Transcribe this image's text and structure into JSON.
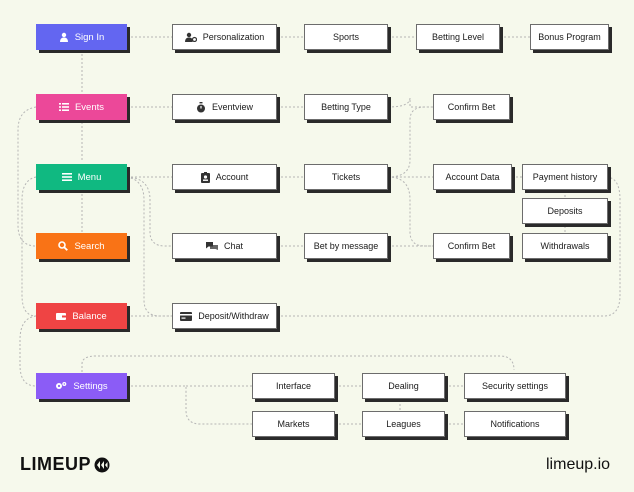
{
  "categories": {
    "sign_in": {
      "label": "Sign In",
      "color": "#6366f1"
    },
    "events": {
      "label": "Events",
      "color": "#ec4899"
    },
    "menu": {
      "label": "Menu",
      "color": "#10b981"
    },
    "search": {
      "label": "Search",
      "color": "#f97316"
    },
    "balance": {
      "label": "Balance",
      "color": "#ef4444"
    },
    "settings": {
      "label": "Settings",
      "color": "#8b5cf6"
    }
  },
  "nodes": {
    "personalization": "Personalization",
    "sports": "Sports",
    "betting_level": "Betting Level",
    "bonus_program": "Bonus Program",
    "eventview": "Eventview",
    "betting_type": "Betting Type",
    "confirm_bet_top": "Confirm Bet",
    "account": "Account",
    "tickets": "Tickets",
    "account_data": "Account Data",
    "payment_history": "Payment history",
    "deposits": "Deposits",
    "chat": "Chat",
    "bet_by_message": "Bet by message",
    "confirm_bet_bottom": "Confirm Bet",
    "withdrawals": "Withdrawals",
    "deposit_withdraw": "Deposit/Withdraw",
    "interface": "Interface",
    "dealing": "Dealing",
    "security_settings": "Security settings",
    "markets": "Markets",
    "leagues": "Leagues",
    "notifications": "Notifications"
  },
  "icons": {
    "sign_in": "user-icon",
    "events": "list-icon",
    "menu": "menu-icon",
    "search": "search-icon",
    "balance": "wallet-icon",
    "settings": "gears-icon",
    "personalization": "user-settings-icon",
    "eventview": "stopwatch-icon",
    "account": "id-badge-icon",
    "chat": "chat-bubbles-icon",
    "deposit_withdraw": "credit-card-icon"
  },
  "brand": {
    "logo": "LIMEUP",
    "site": "limeup.io"
  },
  "connector_color": "#b5b5b5"
}
